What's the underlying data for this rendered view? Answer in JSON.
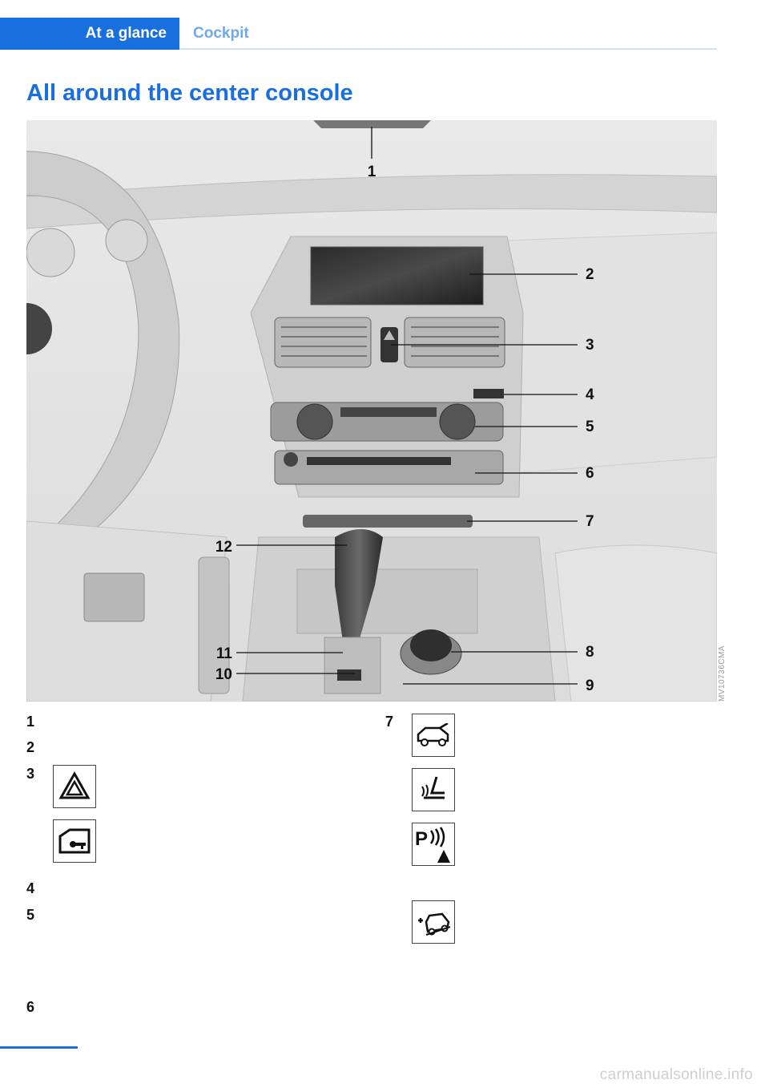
{
  "header": {
    "tab_active": "At a glance",
    "tab_next": "Cockpit"
  },
  "title": "All around the center console",
  "figure": {
    "code": "MV10736CMA",
    "callouts": [
      "1",
      "2",
      "3",
      "4",
      "5",
      "6",
      "7",
      "8",
      "9",
      "10",
      "11",
      "12"
    ]
  },
  "legend": {
    "left": [
      {
        "num": "1"
      },
      {
        "num": "2"
      },
      {
        "num": "3",
        "icons": [
          "hazard-warning-icon",
          "central-locking-icon"
        ]
      },
      {
        "num": "4"
      },
      {
        "num": "5"
      },
      {
        "num": "6"
      }
    ],
    "right": [
      {
        "num": "7",
        "icons": [
          "tailgate-icon",
          "seat-icon",
          "park-distance-control-icon",
          "hill-descent-control-icon"
        ]
      }
    ]
  },
  "footer": {
    "watermark": "carmanualsonline.info"
  },
  "colors": {
    "accent": "#1a6fde",
    "accent_light": "#6ea8ee"
  }
}
